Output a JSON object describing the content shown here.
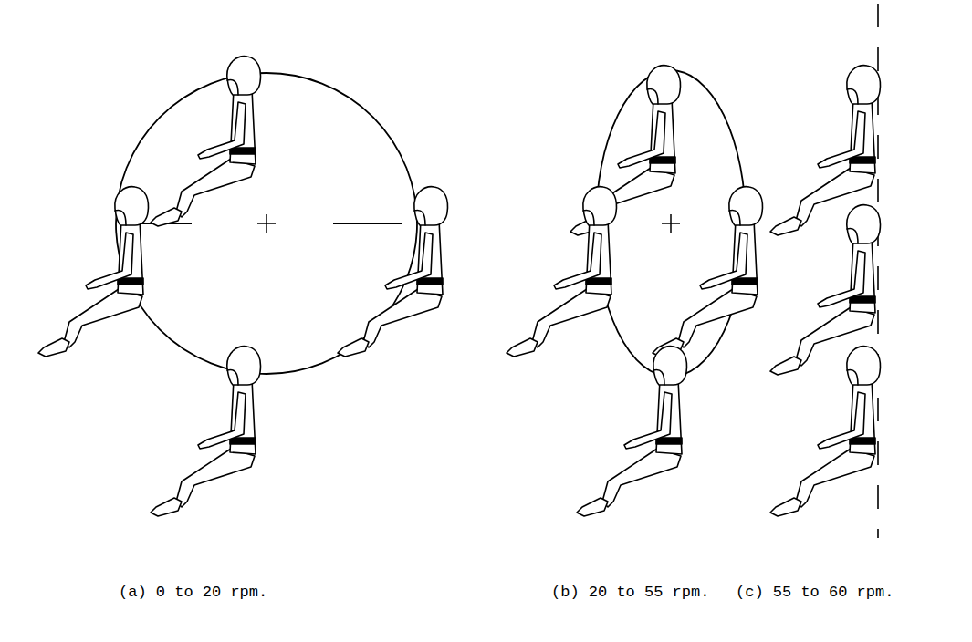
{
  "diagram": {
    "labels": [
      "(a) 0 to 20 rpm.",
      "(b) 20 to 55 rpm.",
      "(c) 55 to 60 rpm."
    ]
  }
}
